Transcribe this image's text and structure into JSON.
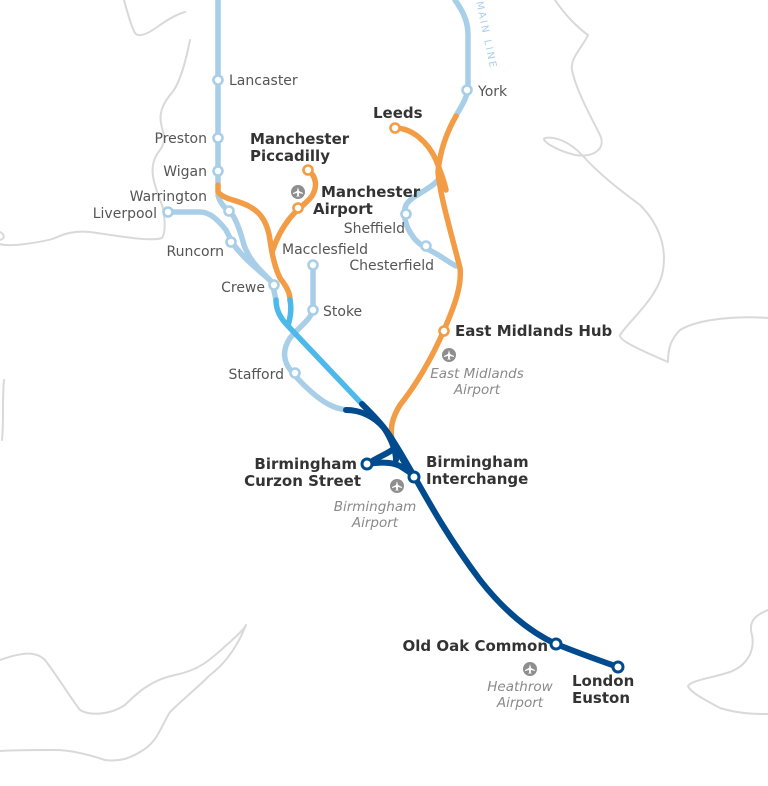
{
  "map": {
    "colors": {
      "classic_network": "#a9cfe8",
      "phase_2a": "#4cb9ea",
      "phase_1": "#004b8d",
      "phase_2b": "#f29d45",
      "coastline": "#d9d9d9",
      "airport_icon": "#8e8e8e"
    },
    "line_name": "MAIN LINE",
    "stations": {
      "lancaster": "Lancaster",
      "preston": "Preston",
      "wigan": "Wigan",
      "warrington": "Warrington",
      "liverpool": "Liverpool",
      "runcorn": "Runcorn",
      "crewe": "Crewe",
      "macclesfield": "Macclesfield",
      "stoke": "Stoke",
      "stafford": "Stafford",
      "york": "York",
      "sheffield": "Sheffield",
      "chesterfield": "Chesterfield"
    },
    "major_stations": {
      "leeds": "Leeds",
      "manchester_piccadilly_1": "Manchester",
      "manchester_piccadilly_2": "Piccadilly",
      "manchester_airport_1": "Manchester",
      "manchester_airport_2": "Airport",
      "east_midlands_hub": "East Midlands Hub",
      "birmingham_curzon_1": "Birmingham",
      "birmingham_curzon_2": "Curzon Street",
      "birmingham_interchange_1": "Birmingham",
      "birmingham_interchange_2": "Interchange",
      "old_oak_common": "Old Oak Common",
      "london_euston_1": "London",
      "london_euston_2": "Euston"
    },
    "airports": {
      "east_midlands_1": "East Midlands",
      "east_midlands_2": "Airport",
      "birmingham_1": "Birmingham",
      "birmingham_2": "Airport",
      "heathrow_1": "Heathrow",
      "heathrow_2": "Airport"
    }
  }
}
